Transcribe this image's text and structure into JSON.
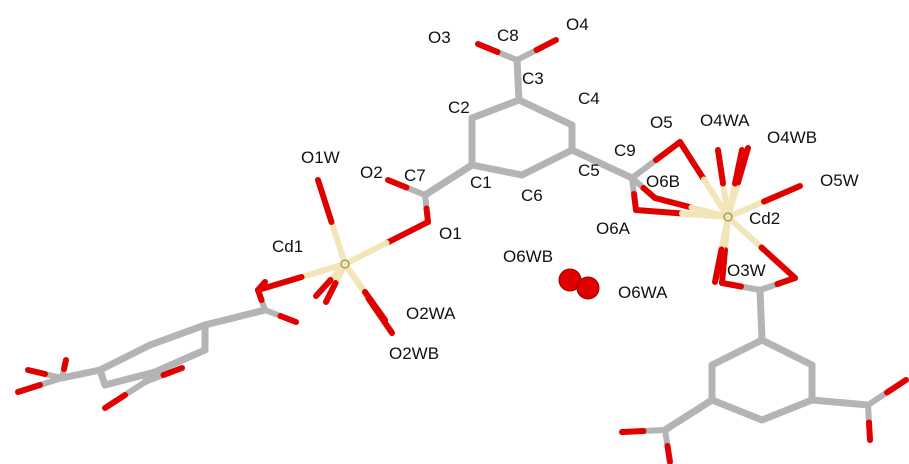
{
  "colors": {
    "carbon": "#b4b4b4",
    "oxygen": "#e00000",
    "cadmium": "#f2e6b8",
    "cadmium_edge": "#8a7a40",
    "label": "#111111"
  },
  "atom_labels": {
    "O3": "O3",
    "C8": "C8",
    "O4": "O4",
    "C3": "C3",
    "C4": "C4",
    "C2": "C2",
    "O5": "O5",
    "O4WA": "O4WA",
    "O4WB": "O4WB",
    "C9": "C9",
    "O1W": "O1W",
    "O2": "O2",
    "C7": "C7",
    "C1": "C1",
    "C5": "C5",
    "O6B": "O6B",
    "O5W": "O5W",
    "C6": "C6",
    "O6A": "O6A",
    "Cd2": "Cd2",
    "O1": "O1",
    "Cd1": "Cd1",
    "O6WB": "O6WB",
    "O3W": "O3W",
    "O6WA": "O6WA",
    "O2WA": "O2WA",
    "O2WB": "O2WB"
  }
}
